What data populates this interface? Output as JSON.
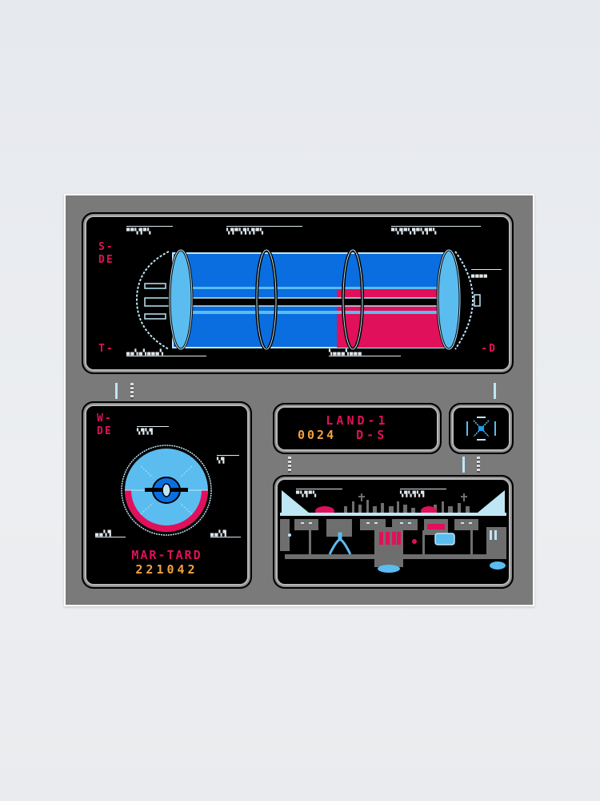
{
  "colors": {
    "background_wall": "#e8eaee",
    "frame_gray": "#7a7a7a",
    "screen_black": "#000000",
    "light_blue": "#5bbcf0",
    "blue": "#0a6ee0",
    "magenta": "#e0105a",
    "orange": "#f2a040",
    "line_cyan": "#bfe6f5"
  },
  "tank_panel": {
    "top_left_label": "S-",
    "top_left_label2": "DE",
    "bottom_left_label": "T-",
    "bottom_right_label": "-D",
    "ticks_top_1": "▀▀▚▜▀▚",
    "ticks_top_2": "▚▜▀▚▜▚▜▀▚",
    "ticks_top_3": "▀▚▜▀▚▜▀▚▜▀▚",
    "ticks_right": "▄▄▄▄",
    "ticks_bottom_1": "▄▄▚▄▚▄▄▄▚",
    "ticks_bottom_2": "▚▄▄▄▚▄▄▄"
  },
  "planet_panel": {
    "label_1": "W-",
    "label_2": "DE",
    "ticks_1": "▚▜▚▜",
    "ticks_2": "▚▜",
    "ticks_3": "▄▄▚▜",
    "ticks_4": "▄▄▚▜",
    "name": "MAR-TARD",
    "code": "221042"
  },
  "land_panel": {
    "title": "LAND-1",
    "count": "0024",
    "status": "D-S"
  },
  "radar_panel": {
    "icon": "crosshair-icon"
  },
  "city_panel": {
    "ticks_1": "▀▚▜▀▚",
    "ticks_2": "▚▜▚▜▚▜"
  }
}
